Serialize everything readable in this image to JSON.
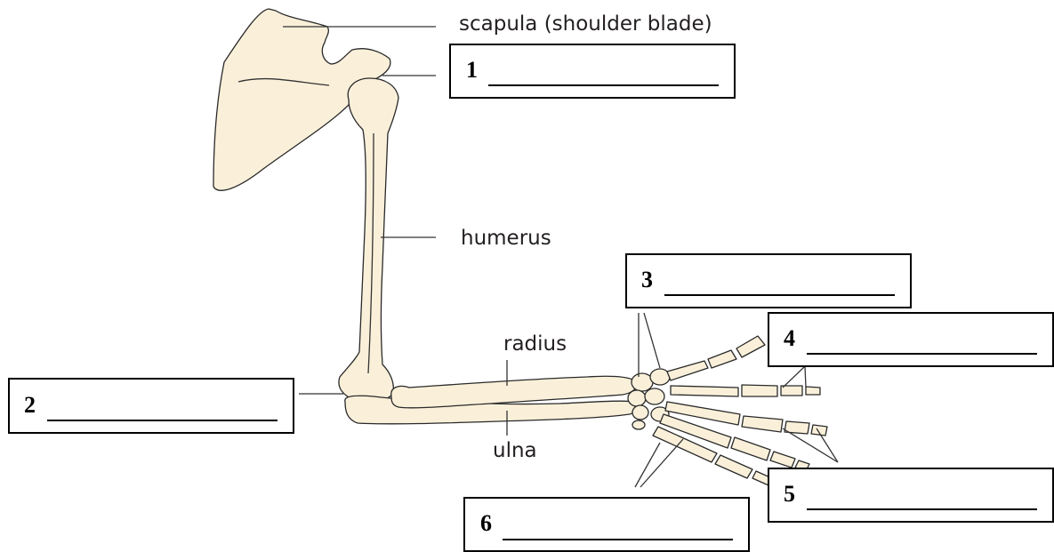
{
  "labels": {
    "scapula": "scapula (shoulder blade)",
    "humerus": "humerus",
    "radius": "radius",
    "ulna": "ulna"
  },
  "answer_boxes": [
    {
      "number": "1",
      "blank": "_______________"
    },
    {
      "number": "2",
      "blank": "_______________"
    },
    {
      "number": "3",
      "blank": "_______________"
    },
    {
      "number": "4",
      "blank": "_______________"
    },
    {
      "number": "5",
      "blank": "_______________"
    },
    {
      "number": "6",
      "blank": "_______________"
    }
  ],
  "colors": {
    "bone_fill": "#faf0da",
    "outline": "#2a2a2a",
    "text": "#231f20"
  }
}
